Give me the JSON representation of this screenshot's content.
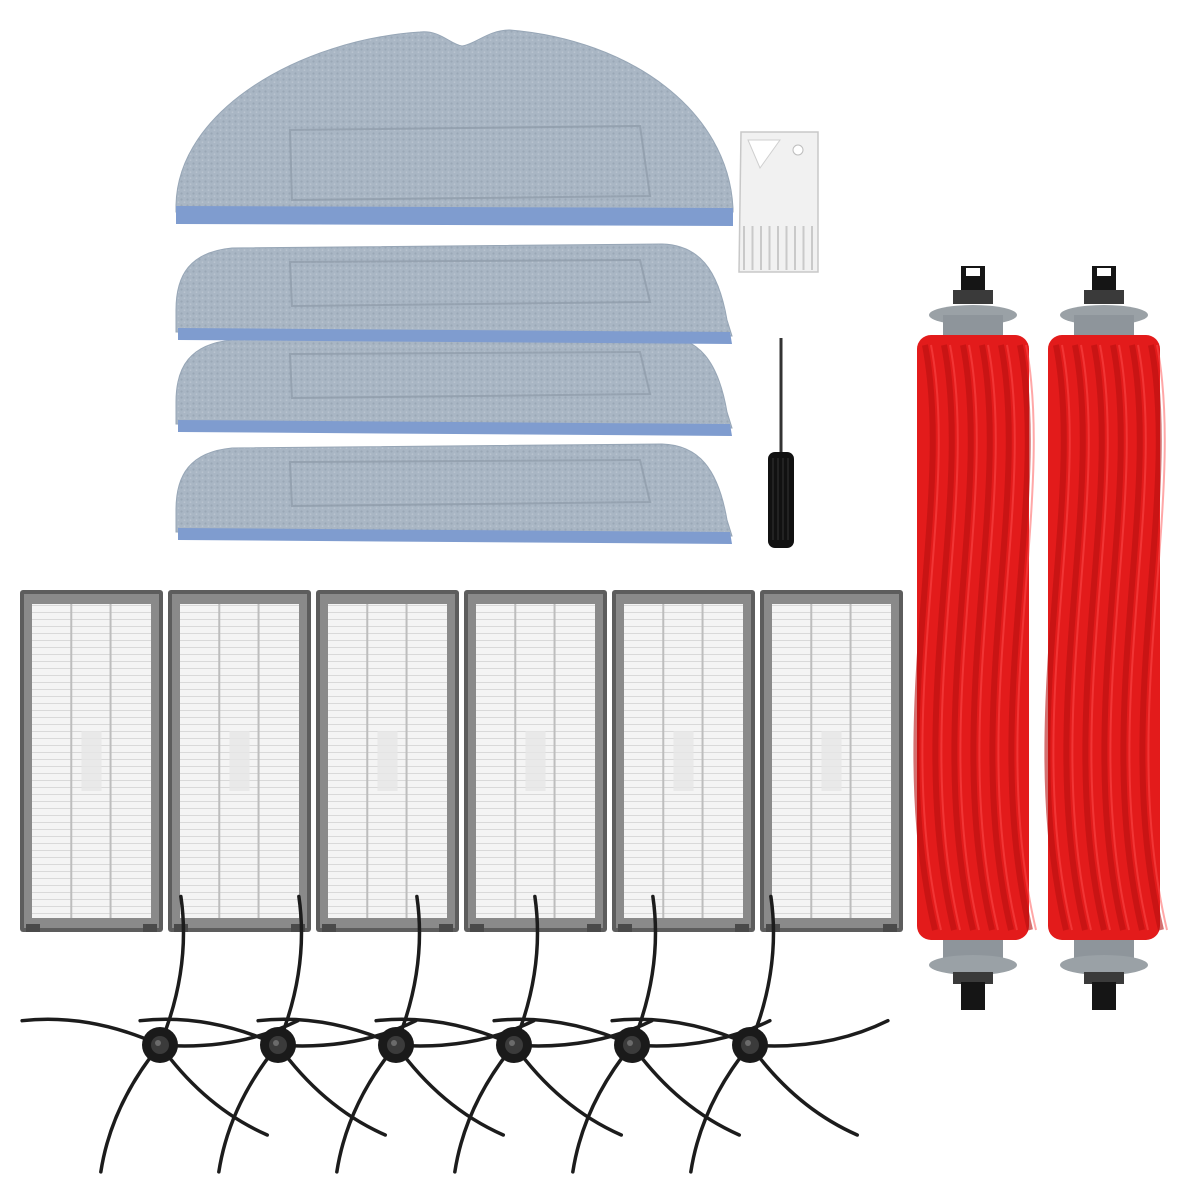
{
  "image": {
    "subject": "robot-vacuum-replacement-parts-kit",
    "background_color": "#ffffff"
  },
  "parts": {
    "mop_pads": {
      "count": 4,
      "color": "#a9b6c4",
      "border_color": "#7f9ccf"
    },
    "cleaning_tool": {
      "count": 1,
      "color": "#f1f1f1"
    },
    "screwdriver": {
      "count": 1,
      "color": "#111111"
    },
    "main_brushes": {
      "count": 2,
      "color": "#e31b1b",
      "cap_color": "#9aa1a6"
    },
    "hepa_filters": {
      "count": 6,
      "frame_color": "#5d5d5d",
      "mesh_color": "#f3f3f3"
    },
    "side_brushes": {
      "count": 6,
      "arms_per_brush": 5,
      "color": "#1c1c1c"
    }
  }
}
